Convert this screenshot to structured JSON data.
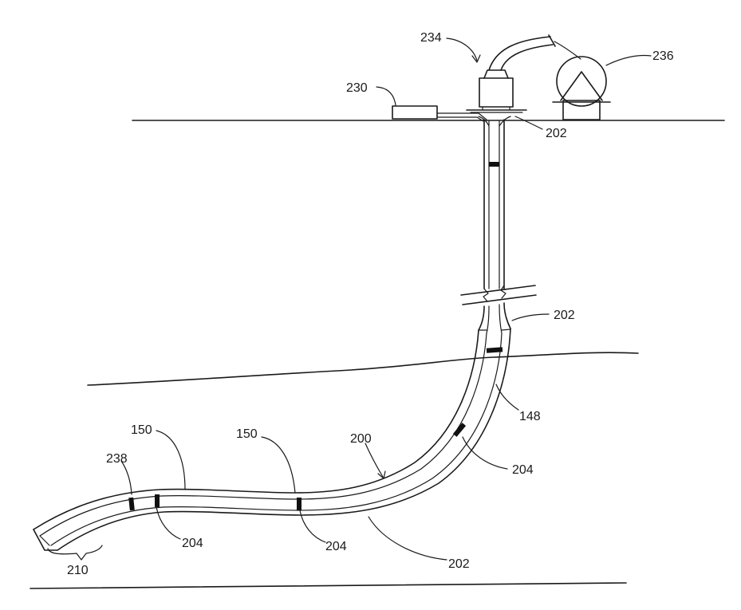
{
  "labels": {
    "control_unit": "230",
    "injector_head": "234",
    "reel": "236",
    "tubing_top": "202",
    "tubing_mid": "202",
    "tubing_bottom": "202",
    "casing": "148",
    "tool_string": "200",
    "segment_left": "150",
    "segment_mid": "150",
    "marker_left": "238",
    "joint_right": "204",
    "joint_left": "204",
    "joint_mid": "204",
    "toe_section": "210"
  }
}
